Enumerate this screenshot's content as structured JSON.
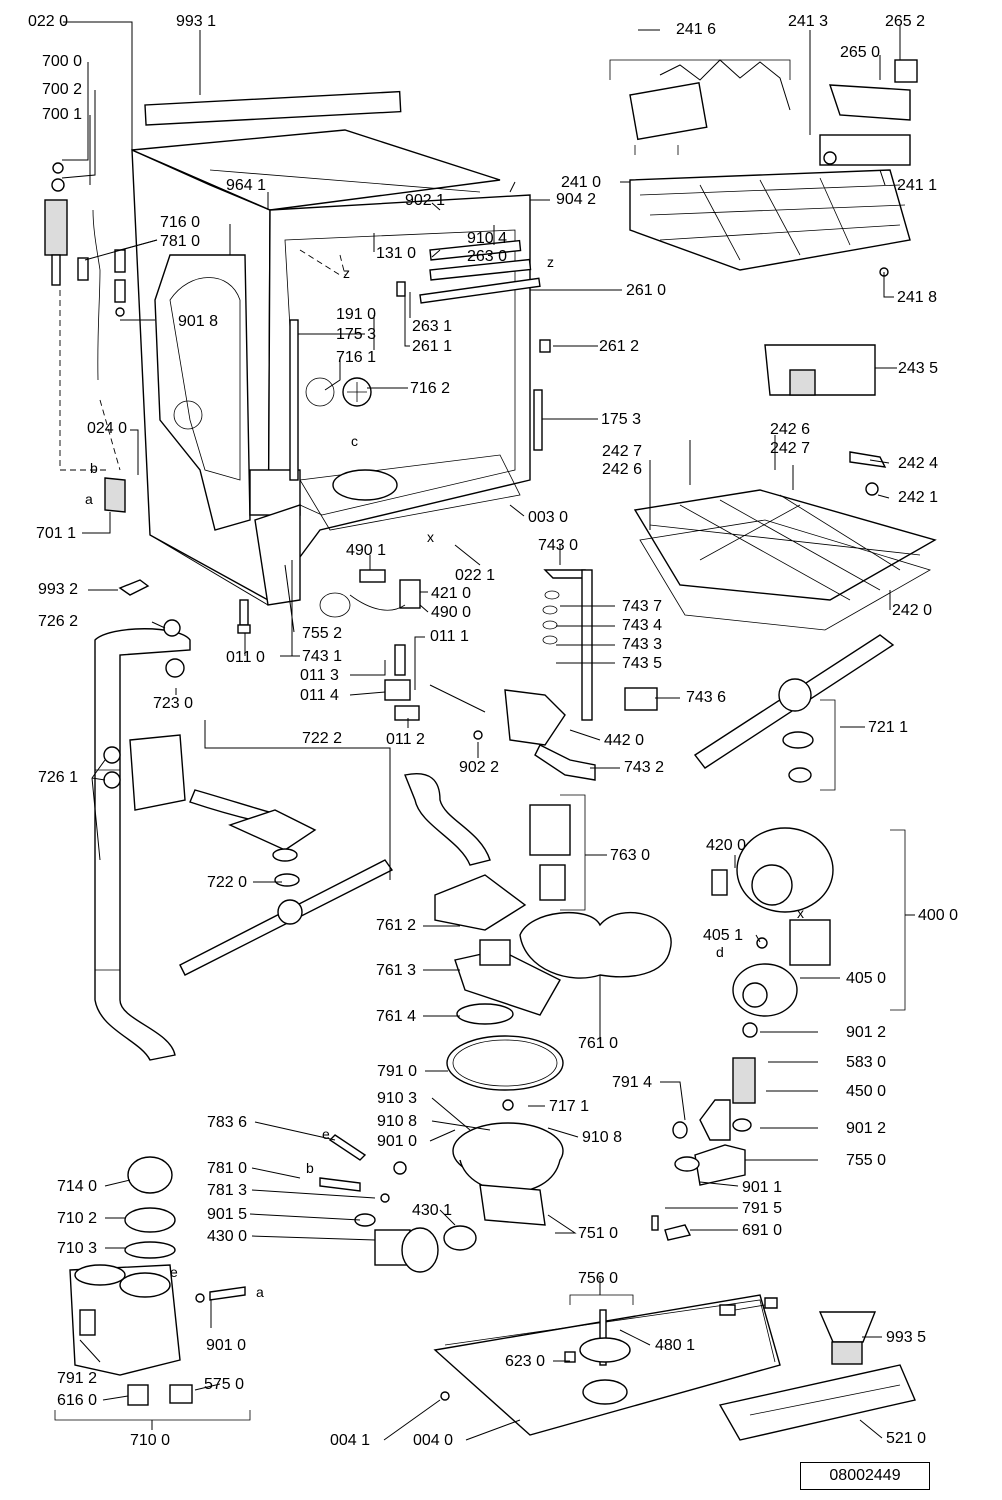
{
  "document_id": "08002449",
  "callouts": [
    "022 0",
    "993 1",
    "700 0",
    "700 2",
    "700 1",
    "964 1",
    "716 0",
    "781 0",
    "902 1",
    "904 2",
    "910 4",
    "263 0",
    "241 6",
    "241 3",
    "265 2",
    "265 0",
    "241 0",
    "241 1",
    "241 8",
    "131 0",
    "261 0",
    "263 1",
    "261 1",
    "261 2",
    "191 0",
    "175 3",
    "901 8",
    "716 1",
    "716 2",
    "175 3",
    "243 5",
    "024 0",
    "242 7",
    "242 6",
    "242 6",
    "242 7",
    "242 4",
    "242 1",
    "003 0",
    "701 1",
    "490 1",
    "421 0",
    "490 0",
    "022 1",
    "743 0",
    "993 2",
    "743 7",
    "743 4",
    "743 3",
    "743 5",
    "242 0",
    "726 2",
    "755 2",
    "743 1",
    "011 0",
    "011 1",
    "011 3",
    "011 4",
    "743 6",
    "723 0",
    "011 2",
    "902 2",
    "442 0",
    "743 2",
    "721 1",
    "722 2",
    "726 1",
    "763 0",
    "420 0",
    "400 0",
    "722 0",
    "761 2",
    "405 1",
    "761 3",
    "405 0",
    "761 4",
    "761 0",
    "901 2",
    "791 0",
    "583 0",
    "791 4",
    "450 0",
    "910 3",
    "717 1",
    "910 8",
    "910 8",
    "783 6",
    "901 0",
    "901 2",
    "755 0",
    "781 0",
    "781 3",
    "901 1",
    "901 5",
    "430 1",
    "791 5",
    "430 0",
    "751 0",
    "691 0",
    "714 0",
    "710 2",
    "710 3",
    "756 0",
    "480 1",
    "901 0",
    "623 0",
    "993 5",
    "791 2",
    "575 0",
    "616 0",
    "004 1",
    "004 0",
    "521 0",
    "710 0"
  ],
  "markers": [
    "z",
    "z",
    "c",
    "x",
    "b",
    "a",
    "d",
    "x",
    "e",
    "e",
    "b",
    "a"
  ]
}
